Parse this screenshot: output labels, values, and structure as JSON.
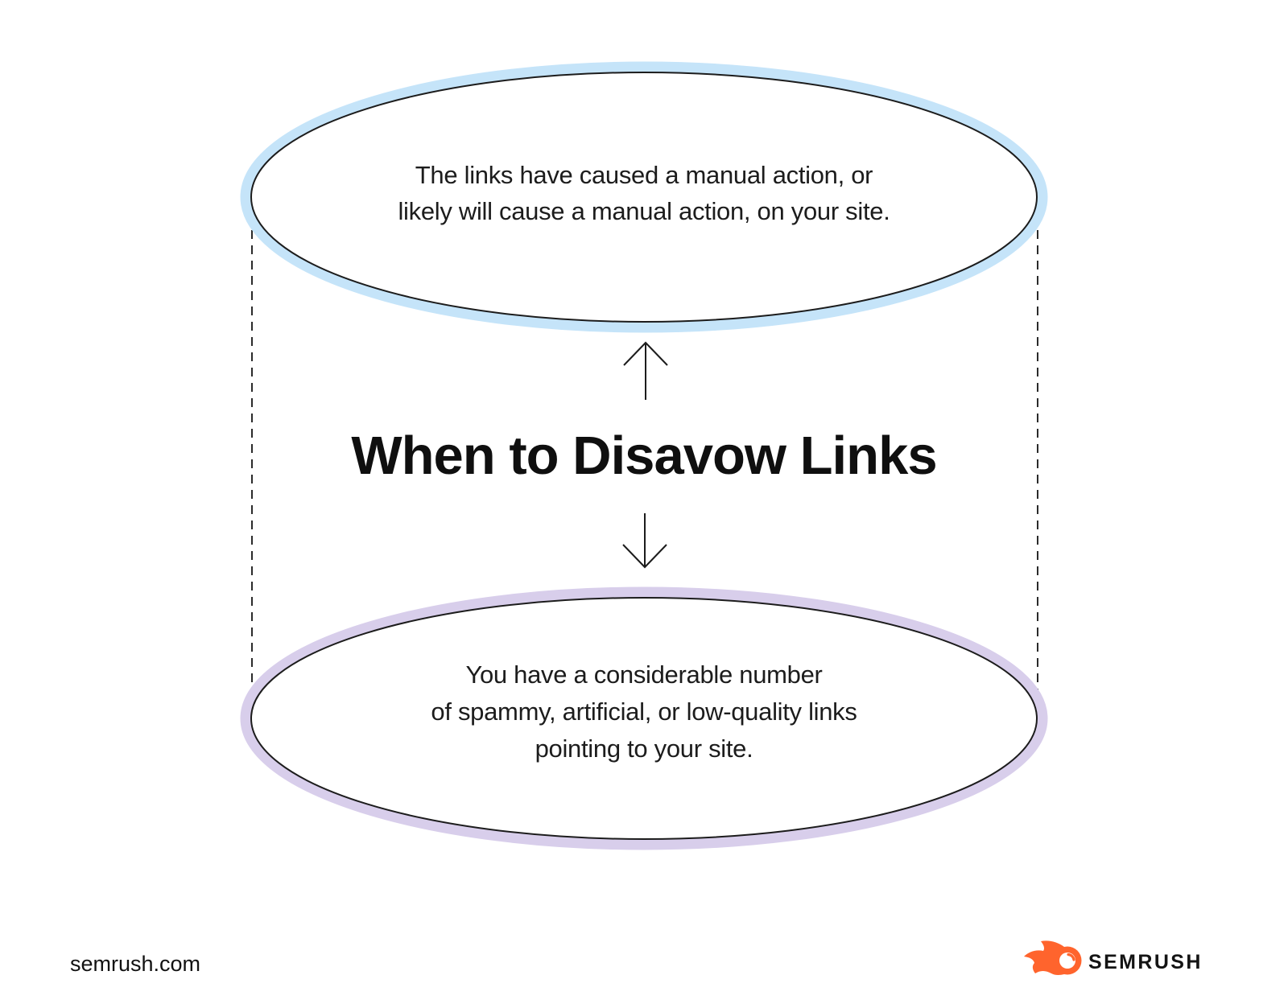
{
  "diagram": {
    "title": "When to Disavow Links",
    "top_condition": {
      "line1": "The links have caused a manual action, or",
      "line2": "likely will cause a manual action, on your site."
    },
    "bottom_condition": {
      "line1": "You have a considerable number",
      "line2": "of spammy, artificial, or low-quality links",
      "line3": "pointing to your site."
    }
  },
  "footer": {
    "website": "semrush.com",
    "brand": "SEMRUSH"
  },
  "colors": {
    "top_ellipse_halo": "#C5E4F9",
    "bottom_ellipse_halo": "#D8CEEB",
    "line_stroke": "#1C1C1C",
    "text": "#1C1C1C",
    "brand_orange": "#FF642D",
    "background": "#FFFFFF"
  }
}
